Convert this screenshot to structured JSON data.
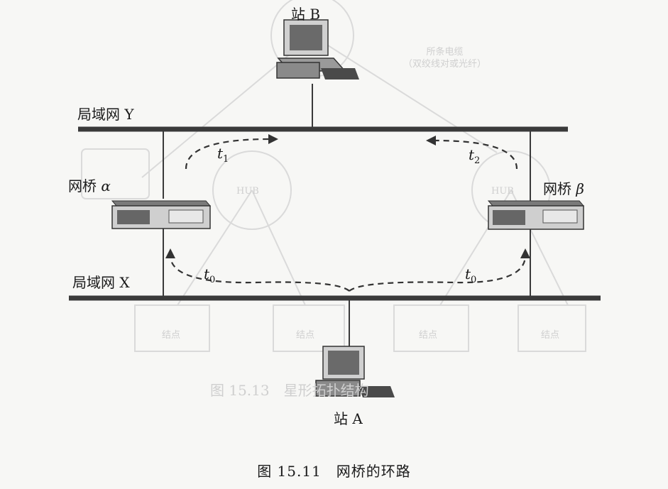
{
  "station_b": "站 B",
  "station_a": "站 A",
  "lan_y": "局域网 Y",
  "lan_x": "局域网 X",
  "bridge_alpha": {
    "text": "网桥",
    "greek": "α"
  },
  "bridge_beta": {
    "text": "网桥",
    "greek": "β"
  },
  "times": {
    "t0": {
      "base": "t",
      "sub": "0"
    },
    "t1": {
      "base": "t",
      "sub": "1"
    },
    "t2": {
      "base": "t",
      "sub": "2"
    }
  },
  "caption": "图 15.11　网桥的环路",
  "background_ghost": {
    "cable_label": "所条电缆\n（双绞线对或光纤）",
    "hub": "HUB",
    "node": "结点",
    "figure": "图 15.13　星形拓扑结构"
  },
  "colors": {
    "line": "#3a3a3a",
    "ghost": "#d4d4d4"
  }
}
